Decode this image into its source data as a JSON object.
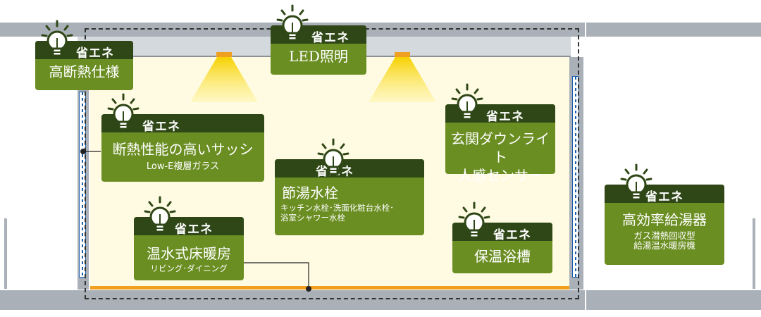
{
  "badge_label": "省エネ",
  "cards": {
    "insulation": {
      "title": "高断熱仕様"
    },
    "led": {
      "title": "LED照明"
    },
    "sash": {
      "title": "断熱性能の高いサッシ",
      "sub": "Low-E複層ガラス"
    },
    "entrance": {
      "title_line1": "玄関ダウンライト",
      "title_line2": "人感センサー"
    },
    "faucet": {
      "title": "節湯水栓",
      "sub_line1": "キッチン水栓･洗面化粧台水栓･",
      "sub_line2": "浴室シャワー水栓"
    },
    "heater": {
      "title": "高効率給湯器",
      "sub_line1": "ガス潜熱回収型",
      "sub_line2": "給湯温水暖房機"
    },
    "floor": {
      "title": "温水式床暖房",
      "sub": "リビング･ダイニング"
    },
    "bath": {
      "title": "保温浴槽"
    }
  },
  "colors": {
    "card_body": "#6b8e23",
    "card_header": "#2f4716",
    "room": "#fffbe3",
    "slab": "#a9b0b8",
    "floor_heating": "#f0a020",
    "window": "#1b5fb0"
  }
}
